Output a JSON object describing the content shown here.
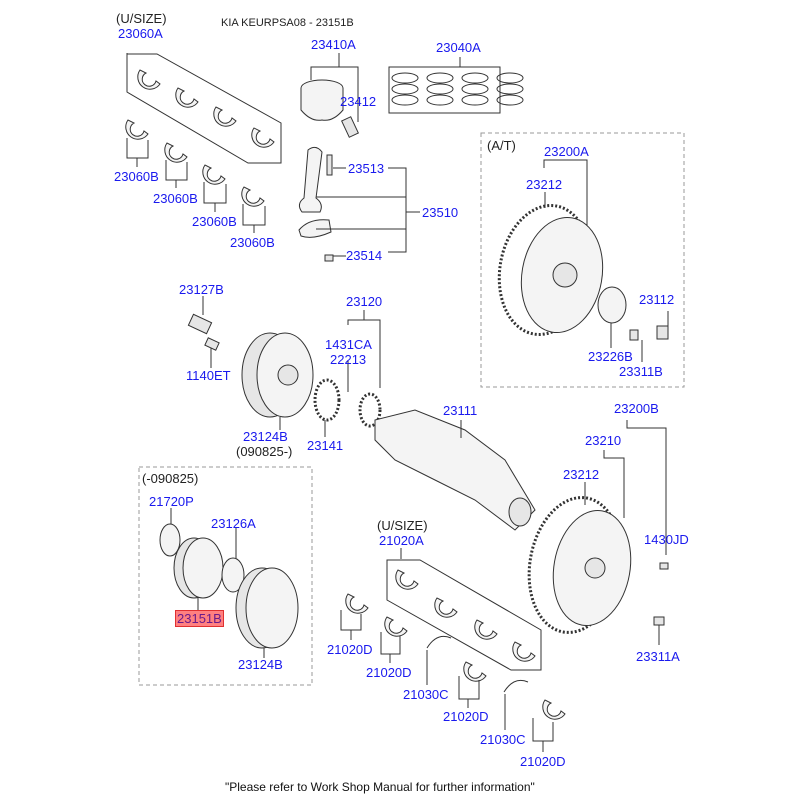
{
  "title": "KIA KEURPSA08 - 23151B",
  "footer": "\"Please refer to Work Shop Manual for further information\"",
  "highlight_color": "#ff8080",
  "label_color": "#1a1aee",
  "notes": {
    "usize_top": "(U/SIZE)",
    "at": "(A/T)",
    "date_from": "(090825-)",
    "date_to": "(-090825)",
    "usize_bottom": "(U/SIZE)"
  },
  "labels": {
    "p23060A": "23060A",
    "p23060B_1": "23060B",
    "p23060B_2": "23060B",
    "p23060B_3": "23060B",
    "p23060B_4": "23060B",
    "p23410A": "23410A",
    "p23412": "23412",
    "p23040A": "23040A",
    "p23513": "23513",
    "p23510": "23510",
    "p23514": "23514",
    "p23200A": "23200A",
    "p23212_top": "23212",
    "p23112": "23112",
    "p23226B": "23226B",
    "p23311B": "23311B",
    "p23127B": "23127B",
    "p1140ET": "1140ET",
    "p23124B_top": "23124B",
    "p23141": "23141",
    "p23120": "23120",
    "p1431CA": "1431CA",
    "p22213": "22213",
    "p23111": "23111",
    "p23200B": "23200B",
    "p23210": "23210",
    "p23212_bottom": "23212",
    "p1430JD": "1430JD",
    "p23311A": "23311A",
    "p21720P": "21720P",
    "p23126A": "23126A",
    "p23151B": "23151B",
    "p23124B_bottom": "23124B",
    "p21020A": "21020A",
    "p21020D_1": "21020D",
    "p21020D_2": "21020D",
    "p21020D_3": "21020D",
    "p21020D_4": "21020D",
    "p21030C_1": "21030C",
    "p21030C_2": "21030C"
  }
}
